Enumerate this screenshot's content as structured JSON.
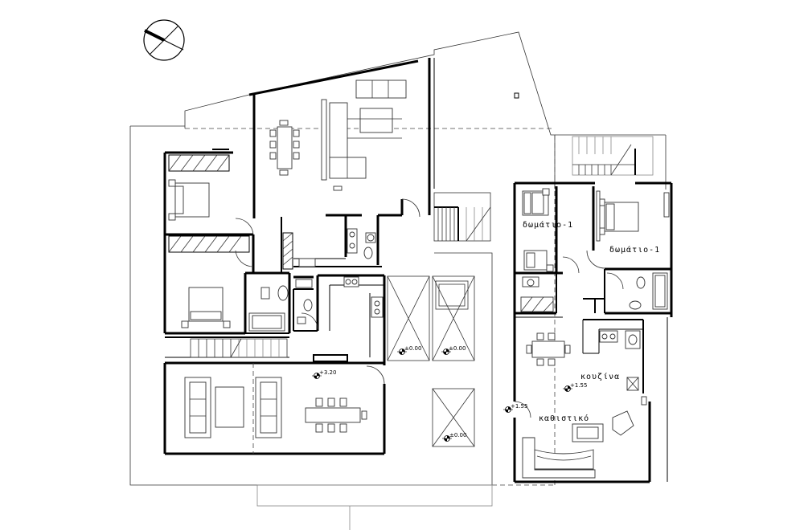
{
  "labels": {
    "room_1": "δωμάτιο-1",
    "room_2": "δωμάτιο-1",
    "kitchen": "κουζίνα",
    "living": "καθιστικό"
  },
  "levels": {
    "l320": "+3.20",
    "l155a": "+1.55",
    "l155b": "+1.55",
    "l000a": "±0.00",
    "l000b": "±0.00",
    "l000c": "±0.00"
  }
}
